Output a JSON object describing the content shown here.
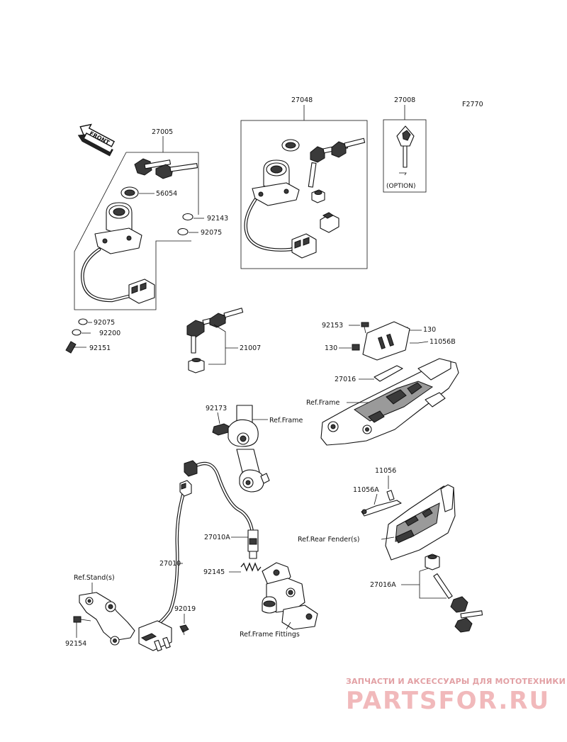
{
  "figure_code": "F2770",
  "front_arrow_text": "FRONT",
  "option_text": "(OPTION)",
  "labels": {
    "p27005": "27005",
    "p56054": "56054",
    "p92143": "92143",
    "p92075a": "92075",
    "p92075b": "92075",
    "p92200": "92200",
    "p92151": "92151",
    "p27048": "27048",
    "p27008": "27008",
    "p21007": "21007",
    "p92153": "92153",
    "p130a": "130",
    "p130b": "130",
    "p11056b": "11056B",
    "p27016": "27016",
    "ref_frame_1": "Ref.Frame",
    "p92173": "92173",
    "ref_frame_2": "Ref.Frame",
    "p11056": "11056",
    "p11056a": "11056A",
    "ref_rear_fender": "Ref.Rear Fender(s)",
    "p27010a": "27010A",
    "p27010": "27010",
    "p92145": "92145",
    "ref_stand": "Ref.Stand(s)",
    "p92019": "92019",
    "p92154": "92154",
    "ref_frame_fittings": "Ref.Frame Fittings",
    "p27016a": "27016A"
  },
  "watermark": {
    "tagline": "ЗАПЧАСТИ И АКСЕССУАРЫ ДЛЯ МОТОТЕХНИКИ",
    "brand": "PARTSFOR.RU",
    "color": "#e8a0a4"
  }
}
